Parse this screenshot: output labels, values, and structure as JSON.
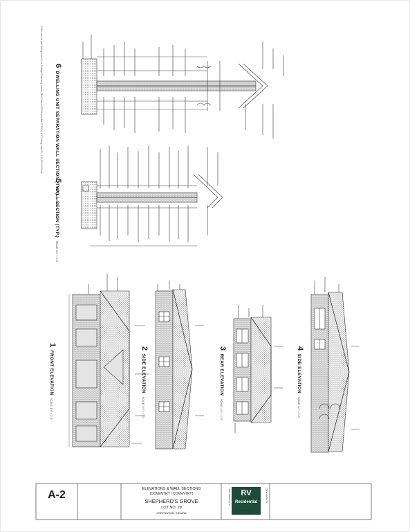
{
  "file_path": "C:\\Documents and Settings\\User\\Local Settings\\Temporary Internet Files\\Content.IE5\\Shepherds\\LOT29\\SG-LOT29.dwg Layout1 - 1-03-2014 8:15 AM",
  "views": [
    {
      "number": "1",
      "title": "FRONT ELEVATION",
      "scale": "SCALE: 1/4\" = 1'-0\""
    },
    {
      "number": "2",
      "title": "SIDE ELEVATION",
      "scale": "SCALE: 1/4\" = 1'-0\""
    },
    {
      "number": "3",
      "title": "REAR ELEVATION",
      "scale": "SCALE: 1/4\" = 1'-0\""
    },
    {
      "number": "4",
      "title": "SIDE ELEVATION",
      "scale": "SCALE: 1/4\" = 1'-0\""
    },
    {
      "number": "5",
      "title": "WALL SECTION (TYP.)",
      "scale": "SCALE: 3/4\" = 1'-0\""
    },
    {
      "number": "6",
      "title": "DWELLING UNIT SEPARATION WALL SECTION (TYP.)",
      "scale": "SCALE: 3/4\" = 1'-0\""
    }
  ],
  "title_block": {
    "sheet_title": "ELEVATIONS & WALL SECTIONS",
    "sheet_subtitle": "(COVENTRY / COVENTRY)",
    "project": "SHEPHERD'S GROVE",
    "lot": "LOT NO. 29",
    "location": "GREENWOOD, INDIANA",
    "sheet_number": "A-2",
    "company_logo_text": "RV",
    "company_name": "Residential",
    "company_lines": [
      "7022 Waterbury Dr.",
      "Indianapolis, IN",
      "Tel: 317-514-3300",
      "www.rvhomes.com"
    ]
  },
  "colors": {
    "line": "#333333",
    "hatch": "#777777",
    "logo": "#1f4b3a"
  }
}
